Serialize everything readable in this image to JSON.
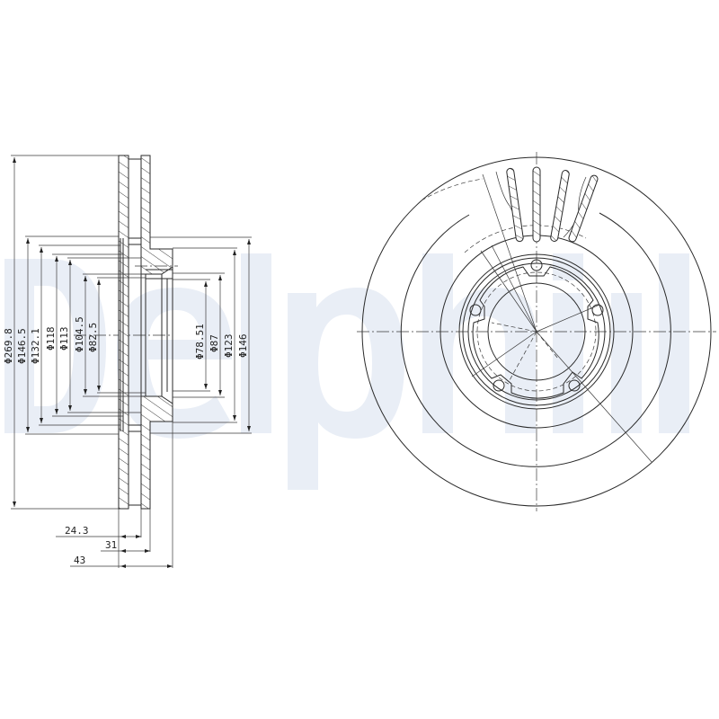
{
  "drawing": {
    "title": "Ventilated brake disc technical drawing",
    "watermark": {
      "text": "Delphi",
      "color": "#e9eef6"
    },
    "line_color": "#2a2a2a",
    "side_view": {
      "diameters_left": [
        {
          "id": "d1",
          "label": "Φ269.8"
        },
        {
          "id": "d2",
          "label": "Φ146.5"
        },
        {
          "id": "d3",
          "label": "Φ132.1"
        },
        {
          "id": "d4",
          "label": "Φ118"
        },
        {
          "id": "d5",
          "label": "Φ113"
        },
        {
          "id": "d6",
          "label": "Φ104.5"
        },
        {
          "id": "d7",
          "label": "Φ82.5"
        }
      ],
      "diameters_right": [
        {
          "id": "d8",
          "label": "Φ78.51"
        },
        {
          "id": "d9",
          "label": "Φ87"
        },
        {
          "id": "d10",
          "label": "Φ123"
        },
        {
          "id": "d11",
          "label": "Φ146"
        }
      ],
      "widths": [
        {
          "id": "w1",
          "label": "24.3"
        },
        {
          "id": "w2",
          "label": "31"
        },
        {
          "id": "w3",
          "label": "43"
        }
      ]
    },
    "front_view": {
      "bolt_holes": 5,
      "cooling_vanes_shown": 4
    }
  }
}
